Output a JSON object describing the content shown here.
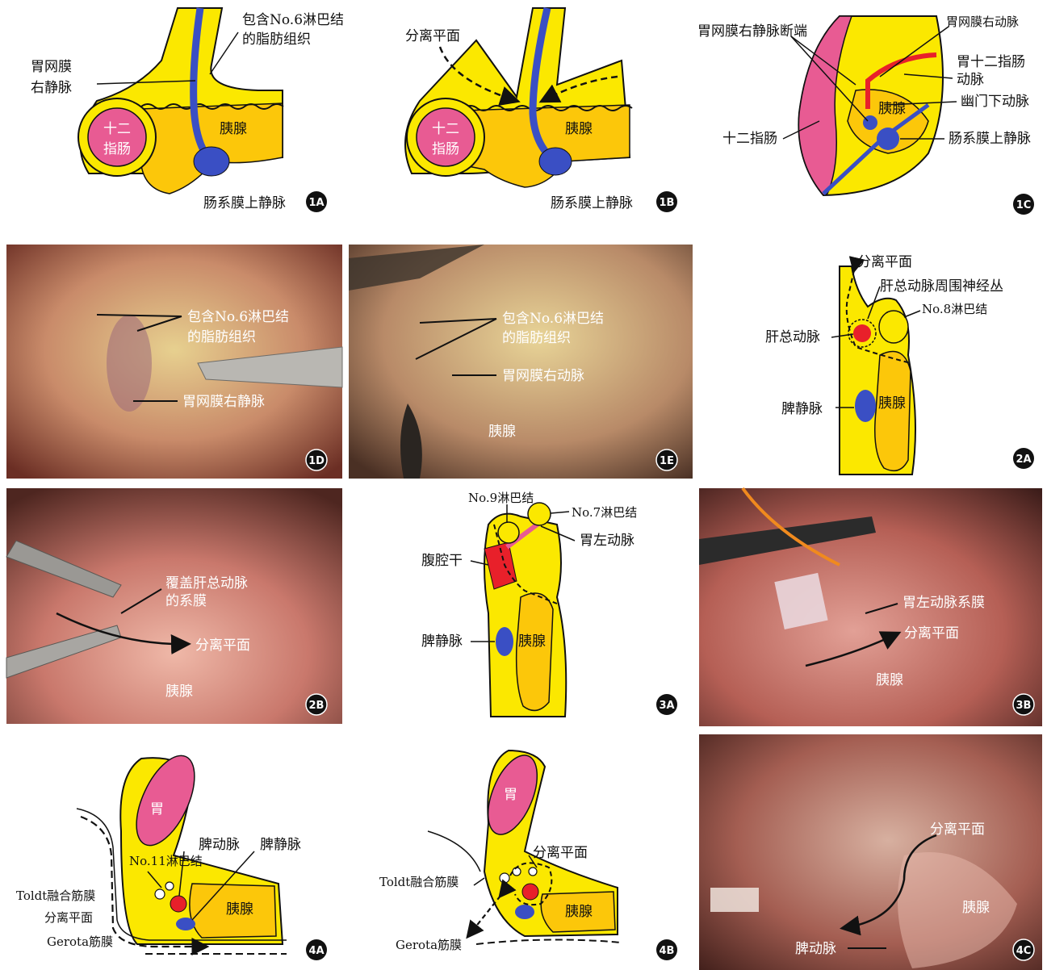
{
  "colors": {
    "yellow": "#fbe800",
    "pancreas": "#fcc70a",
    "pink": "#e85b93",
    "vein": "#3a4fc4",
    "artery": "#e8202a",
    "photo_dark": "#5a2a22",
    "photo_fat": "#e3c98a"
  },
  "panels": {
    "p1A": {
      "tag": "1A",
      "label_fat1": "包含No.6淋巴结",
      "label_fat2": "的脂肪组织",
      "label_vein1": "胃网膜",
      "label_vein2": "右静脉",
      "duo1": "十二",
      "duo2": "指肠",
      "pancreas": "胰腺",
      "smv": "肠系膜上静脉"
    },
    "p1B": {
      "tag": "1B",
      "plane": "分离平面",
      "duo1": "十二",
      "duo2": "指肠",
      "pancreas": "胰腺",
      "smv": "肠系膜上静脉"
    },
    "p1C": {
      "tag": "1C",
      "cut_vein": "胃网膜右静脉断端",
      "rgea": "胃网膜右动脉",
      "gda1": "胃十二指肠",
      "gda2": "动脉",
      "subpyloric": "幽门下动脉",
      "pancreas": "胰腺",
      "duodenum": "十二指肠",
      "smv": "肠系膜上静脉"
    },
    "p1D": {
      "tag": "1D",
      "fat1": "包含No.6淋巴结",
      "fat2": "的脂肪组织",
      "vein": "胃网膜右静脉"
    },
    "p1E": {
      "tag": "1E",
      "fat1": "包含No.6淋巴结",
      "fat2": "的脂肪组织",
      "artery": "胃网膜右动脉",
      "pancreas": "胰腺"
    },
    "p2A": {
      "tag": "2A",
      "plane": "分离平面",
      "plexus": "肝总动脉周围神经丛",
      "node8": "No.8淋巴结",
      "cha": "肝总动脉",
      "splenic_vein": "脾静脉",
      "pancreas": "胰腺"
    },
    "p2B": {
      "tag": "2B",
      "mesentery1": "覆盖肝总动脉",
      "mesentery2": "的系膜",
      "plane": "分离平面",
      "pancreas": "胰腺"
    },
    "p3A": {
      "tag": "3A",
      "node9": "No.9淋巴结",
      "node7": "No.7淋巴结",
      "lga": "胃左动脉",
      "celiac": "腹腔干",
      "splenic_vein": "脾静脉",
      "pancreas": "胰腺"
    },
    "p3B": {
      "tag": "3B",
      "mesentery": "胃左动脉系膜",
      "plane": "分离平面",
      "pancreas": "胰腺"
    },
    "p4A": {
      "tag": "4A",
      "stomach": "胃",
      "splenic_artery": "脾动脉",
      "splenic_vein": "脾静脉",
      "node11": "No.11淋巴结",
      "toldt": "Toldt融合筋膜",
      "plane": "分离平面",
      "gerota": "Gerota筋膜",
      "pancreas": "胰腺"
    },
    "p4B": {
      "tag": "4B",
      "stomach": "胃",
      "plane": "分离平面",
      "toldt": "Toldt融合筋膜",
      "gerota": "Gerota筋膜",
      "pancreas": "胰腺"
    },
    "p4C": {
      "tag": "4C",
      "plane": "分离平面",
      "pancreas": "胰腺",
      "splenic_artery": "脾动脉"
    }
  }
}
